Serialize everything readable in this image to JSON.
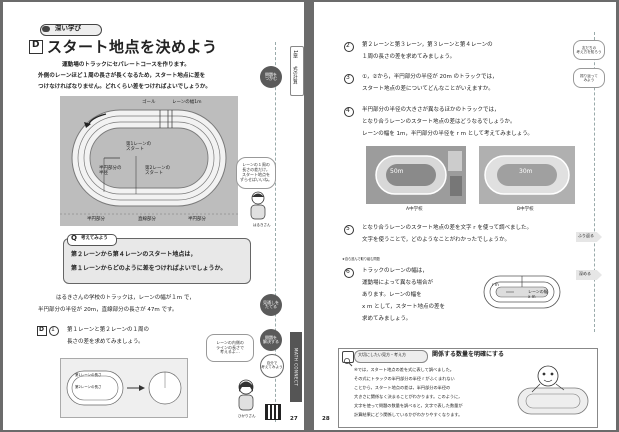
{
  "left": {
    "section_tag": "深い学び",
    "d_label": "D",
    "title": "スタート地点を決めよう",
    "intro": [
      "運動場のトラックにセパレートコースを作ります。",
      "外側のレーンほど１周の長さが長くなるため，スタート地点に差を",
      "つけなければなりません。どれくらい差をつければよいでしょうか。"
    ],
    "diagram": {
      "goal": "ゴール",
      "lane_width": "レーンの幅1m",
      "lane1_start": "第1レーンの\nスタート",
      "radius": "半円部分の\n半径",
      "lane2_start": "第2レーンの\nスタート",
      "bottom_labels": [
        "半円部分",
        "直線部分",
        "半円部分"
      ]
    },
    "speech_bubble": "レーンの１周の\n長さの差だけ，\nスタート地点を\nずらせばいいね。",
    "person_name": "はるきさん",
    "badge_problem": "問題を\nつかむ",
    "q_label": "Q",
    "q_title": "考えてみよう",
    "q_lines": [
      "第２レーンから第４レーンのスタート地点は，",
      "第１レーンからどのように差をつければよいでしょうか。"
    ],
    "body": [
      "はるきさんの学校のトラックは，レーンの幅が１m で，",
      "半円部分の半径が 20m，直線部分の長さが 47m です。"
    ],
    "badge_outlook": "見通しを\nたてる",
    "item1_num": "1",
    "item1_lines": [
      "第１レーンと第２レーンの１周の",
      "長さの差を求めてみましょう。"
    ],
    "badge_solve": "問題を\n解決する",
    "note_bubble": "レーンの内側の\nラインの長さで\n考えるよ…",
    "badge_self": "自分で\n考えてみよう",
    "small_track_labels": [
      "第1レーンの長さ",
      "第2レーンの長さ"
    ],
    "person2": "ひかりさん",
    "side_tab": [
      "1章",
      "式の計算"
    ],
    "side_logo": "MATH CONNECT",
    "page_number": "27"
  },
  "right": {
    "items": [
      {
        "num": "2",
        "lines": [
          "第２レーンと第３レーン，第３レーンと第４レーンの",
          "１周の長さの差を求めてみましょう。"
        ]
      },
      {
        "num": "3",
        "lines": [
          "①，②から，半円部分の半径が 20m のトラックでは，",
          "スタート地点の差についてどんなことがいえますか。"
        ]
      },
      {
        "num": "4",
        "lines": [
          "半円部分の半径の大きさが異なるほかのトラックでは，",
          "となり合うレーンのスタート地点の差はどうなるでしょうか。",
          "レーンの幅を 1m，半円部分の半径を r m として考えてみましょう。"
        ]
      }
    ],
    "photo_a_label": "50m",
    "photo_b_label": "30m",
    "photo_a_caption": "A中学校",
    "photo_b_caption": "B中学校",
    "item5": {
      "num": "5",
      "lines": [
        "となり合うレーンのスタート地点の差を文字 r を使って調べました。",
        "文字を使うことで，どのようなことがわかったでしょうか。"
      ]
    },
    "item6_note": "★自ら進んで取り組む問題",
    "item6": {
      "num": "6",
      "lines": [
        "トラックのレーンの幅は，",
        "運動場によって異なる場合が",
        "あります。レーンの幅を",
        "x m として，スタート地点の差を",
        "求めてみましょう。"
      ]
    },
    "track_small_label": "r m",
    "lane_label": "レーンの幅\nx m",
    "memo_friend": "友だちの\n考え方を知ろう",
    "memo_review": "振り返って\nみよう",
    "tag_review": "ふり返る",
    "tag_deepen": "深める",
    "box_header_left": "大切にしたい見方・考え方",
    "box_header_right": "関係する数量を明確にする",
    "box_lines": [
      "④では，スタート地点の差を式に表して調べました。",
      "その式にトラックの半円部分の半径 r がふくまれない",
      "ことから，スタート地点の差は，半円部分の半径の",
      "大きさに関係なく決まることがわかります。このように，",
      "文字を使って問題の数量を調べると，文字で表した数量が",
      "計算結果にどう関係しているかがわかりやすくなります。"
    ],
    "page_number": "28"
  }
}
